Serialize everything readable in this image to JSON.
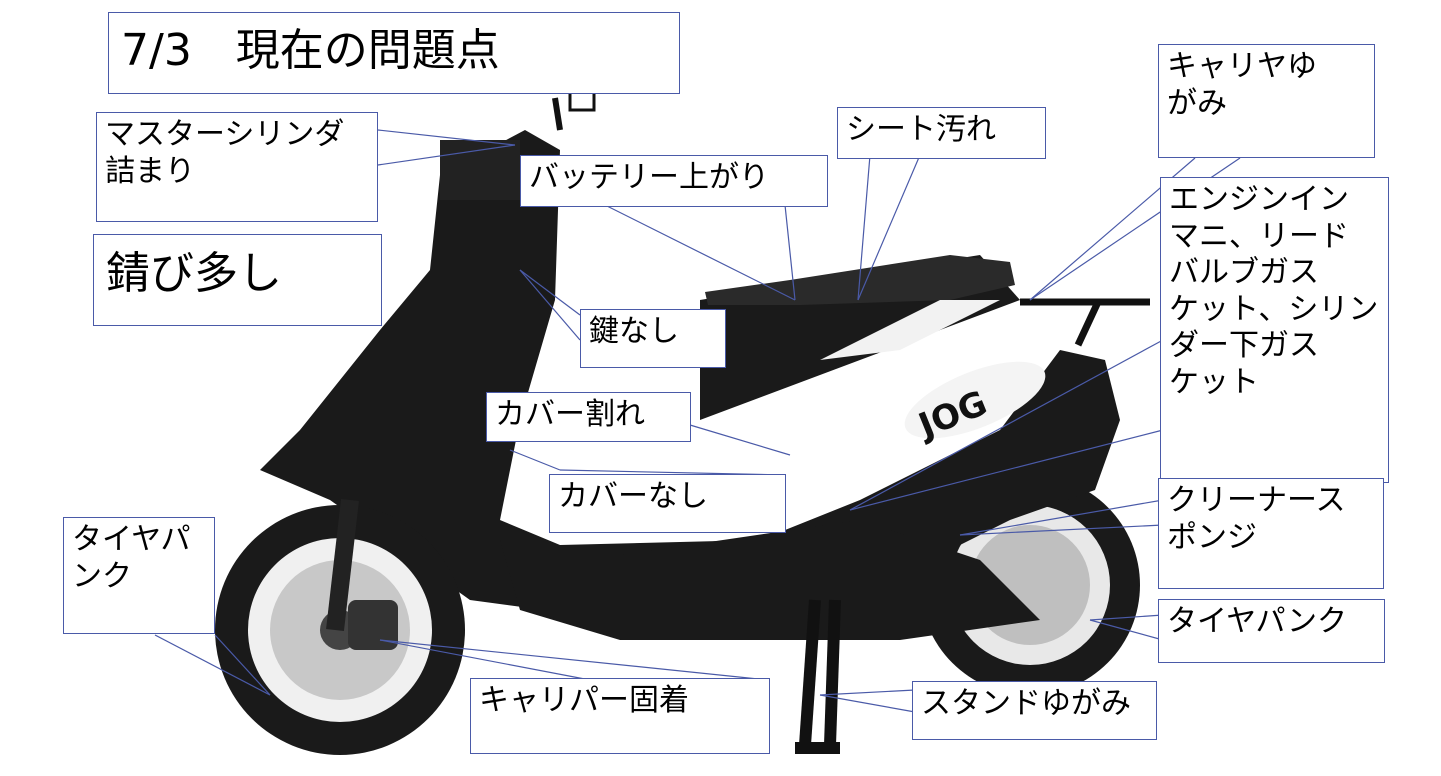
{
  "title": "7/3　現在の問題点",
  "labels": {
    "master_cylinder": "マスターシリンダ\n詰まり",
    "rust": "錆び多し",
    "battery": "バッテリー上がり",
    "seat": "シート汚れ",
    "carrier_bent": "キャリヤゆ\nがみ",
    "engine": "エンジンイン\nマニ、リード\nバルブガス\nケット、シリン\nダー下ガス\nケット",
    "key": "鍵なし",
    "cover_cracked": "カバー割れ",
    "cover_missing": "カバーなし",
    "cleaner": "クリーナース\nポンジ",
    "tire_front": "タイヤパ\nンク",
    "tire_rear": "タイヤパンク",
    "caliper": "キャリパー固着",
    "stand": "スタンドゆがみ"
  },
  "colors": {
    "border": "#4a5aa8",
    "leader": "#4a5aa8",
    "ink": "#111111"
  },
  "image": {
    "subject": "scooter-illustration",
    "decal": "JOG"
  }
}
